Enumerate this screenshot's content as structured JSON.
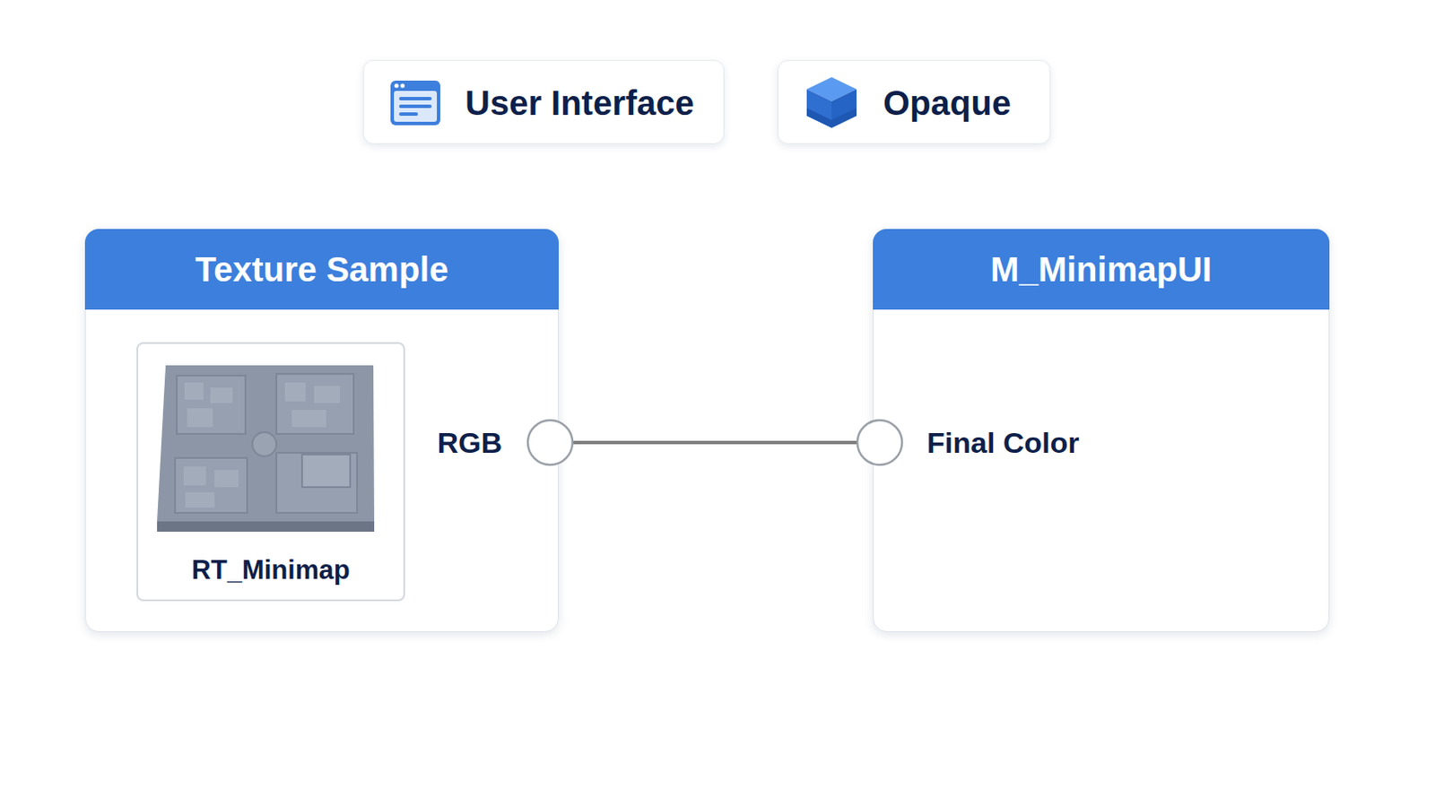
{
  "diagram": {
    "nodes": [
      {
        "text": [
          "User Interface"
        ]
      },
      {
        "text": [
          "Opaque"
        ]
      },
      {
        "text": [
          "Texture Sample",
          "RGB"
        ]
      },
      {
        "text": [
          "RT_Minimap"
        ],
        "in": 2
      },
      {
        "text": [
          "M_MinimapUI",
          "Final Color"
        ]
      }
    ],
    "edges": [
      {
        "from": 2,
        "to": 4,
        "arrow": "none"
      }
    ]
  }
}
